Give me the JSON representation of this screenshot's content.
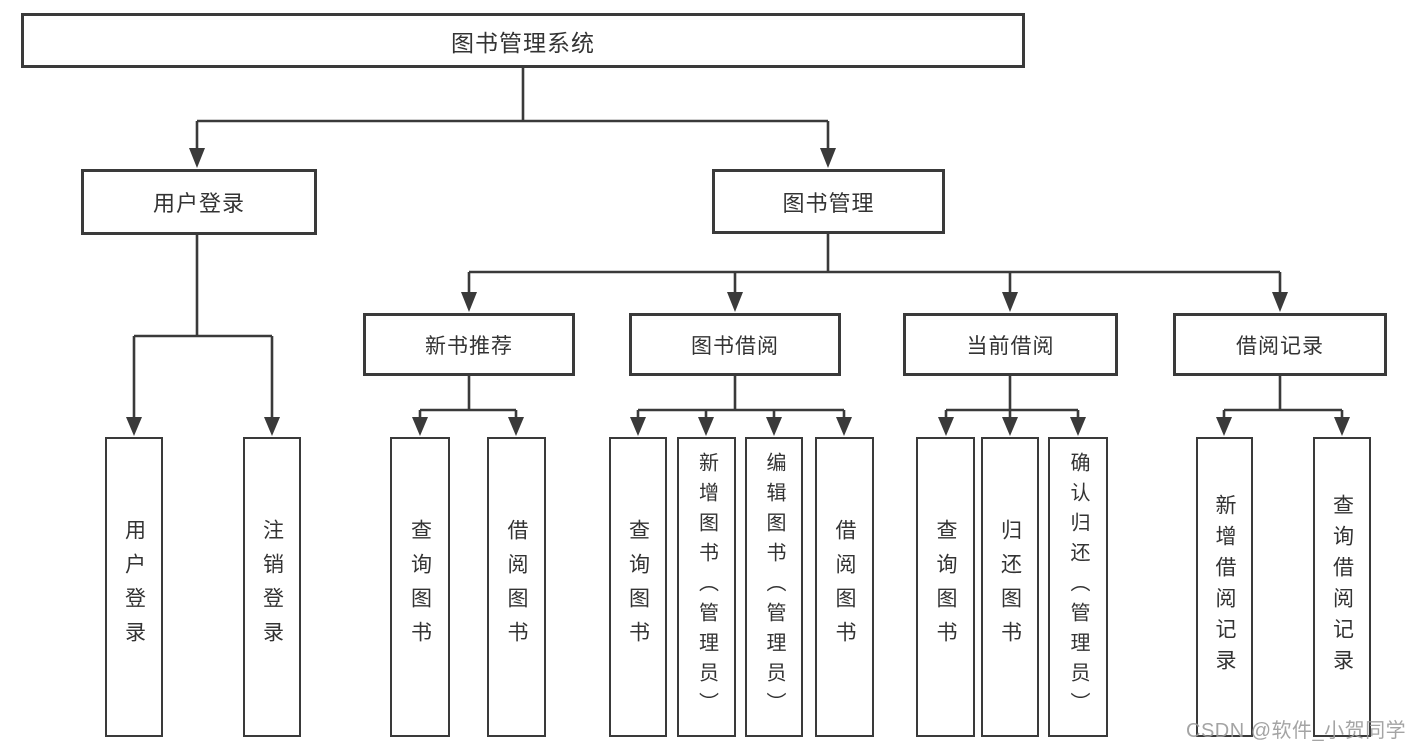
{
  "diagram": {
    "root": {
      "label": "图书管理系统"
    },
    "branches": [
      {
        "label": "用户登录",
        "children": [
          {
            "label": "用户登录"
          },
          {
            "label": "注销登录"
          }
        ]
      },
      {
        "label": "图书管理",
        "children": [
          {
            "label": "新书推荐",
            "children": [
              {
                "label": "查询图书"
              },
              {
                "label": "借阅图书"
              }
            ]
          },
          {
            "label": "图书借阅",
            "children": [
              {
                "label": "查询图书"
              },
              {
                "label": "新增图书（管理员）"
              },
              {
                "label": "编辑图书（管理员）"
              },
              {
                "label": "借阅图书"
              }
            ]
          },
          {
            "label": "当前借阅",
            "children": [
              {
                "label": "查询图书"
              },
              {
                "label": "归还图书"
              },
              {
                "label": "确认归还（管理员）"
              }
            ]
          },
          {
            "label": "借阅记录",
            "children": [
              {
                "label": "新增借阅记录"
              },
              {
                "label": "查询借阅记录"
              }
            ]
          }
        ]
      }
    ]
  },
  "watermark": {
    "text": "CSDN @软件_小贺同学"
  },
  "colors": {
    "line": "#3a3a3a",
    "box_border": "#3a3a3a",
    "box_fill": "#ffffff",
    "text": "#333333",
    "watermark": "#9b9b9b",
    "background": "#ffffff"
  }
}
